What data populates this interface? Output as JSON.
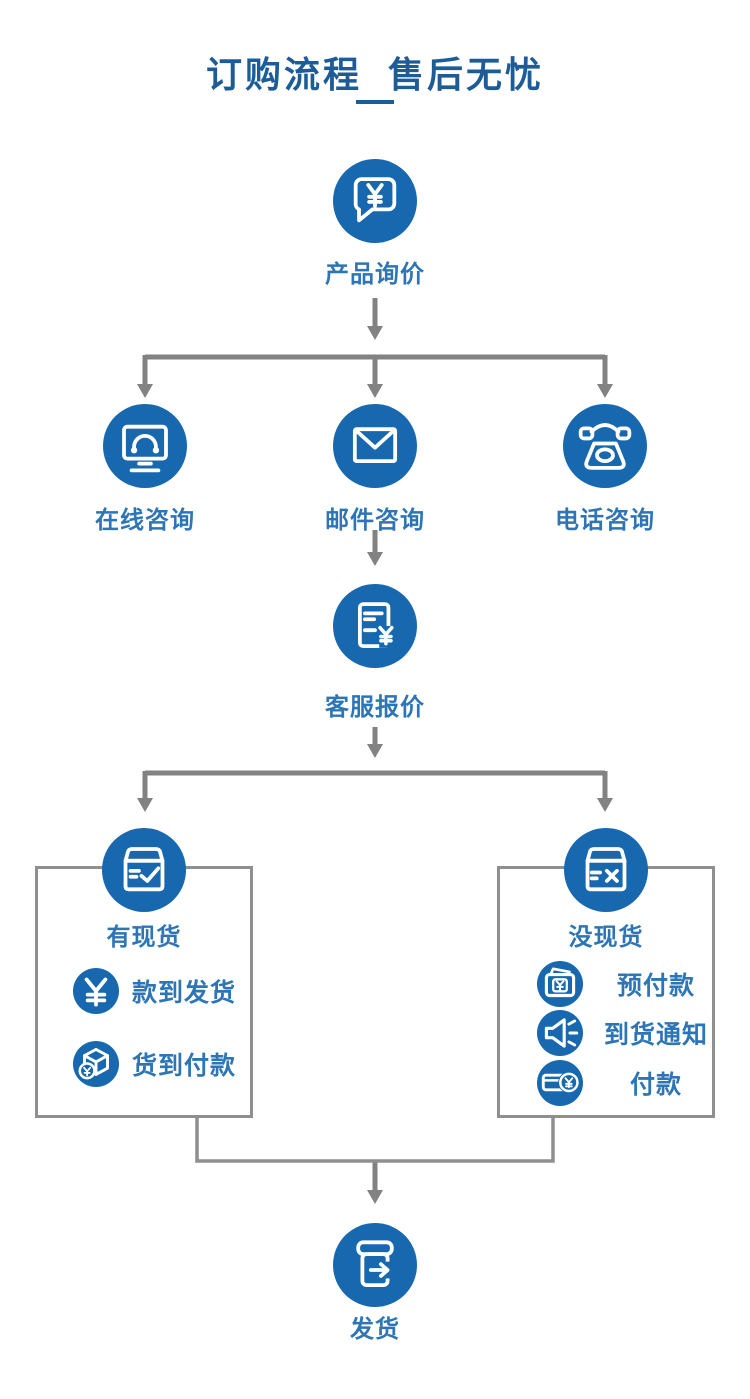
{
  "title": {
    "text": "订购流程  售后无忧"
  },
  "nodes": {
    "start": {
      "label": "产品询价",
      "icon": "speech-bubble-yen-icon"
    },
    "online": {
      "label": "在线咨询",
      "icon": "online-service-monitor-icon"
    },
    "email": {
      "label": "邮件咨询",
      "icon": "envelope-icon"
    },
    "phone": {
      "label": "电话咨询",
      "icon": "telephone-icon"
    },
    "quote": {
      "label": "客服报价",
      "icon": "quote-document-yen-icon"
    },
    "in_stock": {
      "label": "有现货",
      "icon": "package-check-icon",
      "items": [
        {
          "label": "款到发货",
          "icon": "yen-symbol-icon"
        },
        {
          "label": "货到付款",
          "icon": "package-3d-coin-icon"
        }
      ]
    },
    "out_of_stock": {
      "label": "没现货",
      "icon": "package-cross-icon",
      "items": [
        {
          "label": "预付款",
          "icon": "wallet-yen-icon"
        },
        {
          "label": "到货通知",
          "icon": "loudspeaker-icon"
        },
        {
          "label": "付款",
          "icon": "card-coin-yen-icon"
        }
      ]
    },
    "ship": {
      "label": "发货",
      "icon": "box-arrow-out-icon"
    }
  },
  "colors": {
    "accent_blue": "#1768af",
    "label_blue": "#2e75b6",
    "title_blue": "#1d5c96",
    "connector_gray": "#828282",
    "box_border_gray": "#8f8f8f"
  }
}
